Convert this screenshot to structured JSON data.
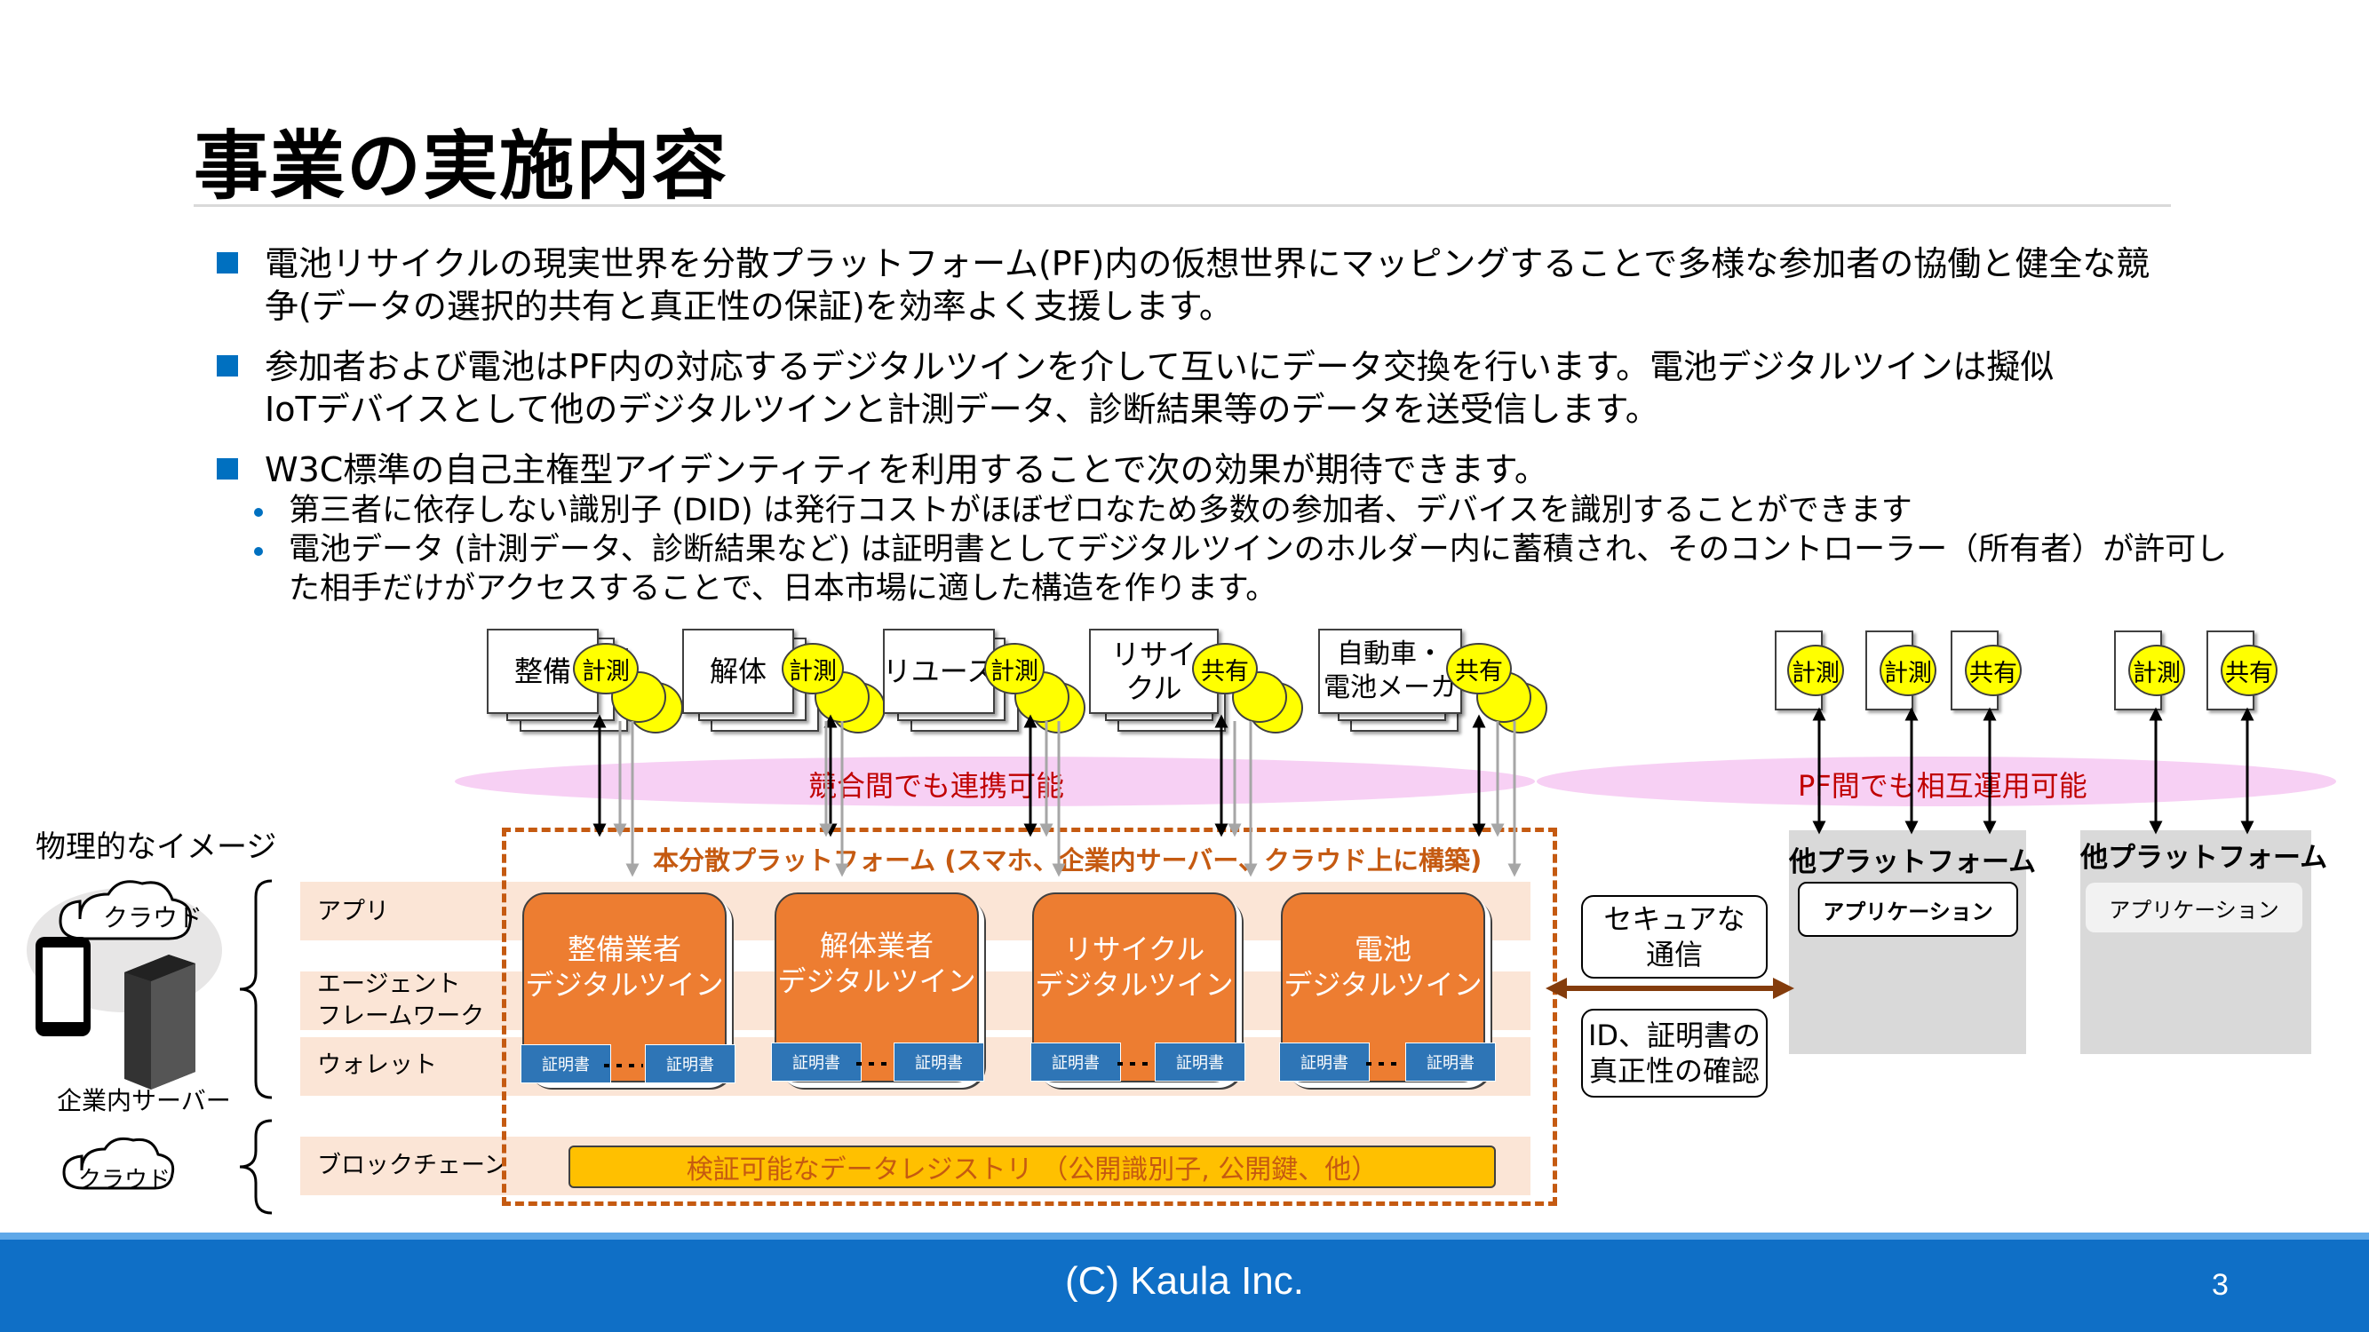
{
  "slide": {
    "title": "事業の実施内容",
    "bullets": [
      {
        "lines": [
          "電池リサイクルの現実世界を分散プラットフォーム(PF)内の仮想世界にマッピングすることで多様な参加者の協働と健全な競",
          "争(データの選択的共有と真正性の保証)を効率よく支援します。"
        ]
      },
      {
        "lines": [
          "参加者および電池はPF内の対応するデジタルツインを介して互いにデータ交換を行います。電池デジタルツインは擬似",
          "IoTデバイスとして他のデジタルツインと計測データ、診断結果等のデータを送受信します。"
        ]
      },
      {
        "lines": [
          "W3C標準の自己主権型アイデンティティを利用することで次の効果が期待できます。"
        ]
      }
    ],
    "sub_bullets": [
      {
        "lines": [
          "第三者に依存しない識別子 (DID) は発行コストがほぼゼロなため多数の参加者、デバイスを識別することができます"
        ]
      },
      {
        "lines": [
          "電池データ (計測データ、診断結果など) は証明書としてデジタルツインのホルダー内に蓄積され、そのコントローラー（所有者）が許可し",
          "た相手だけがアクセスすることで、日本市場に適した構造を作ります。"
        ]
      }
    ]
  },
  "diagram": {
    "participants": [
      {
        "label": "整備",
        "badge": "計測"
      },
      {
        "label": "解体",
        "badge": "計測"
      },
      {
        "label": "リユース",
        "badge": "計測"
      },
      {
        "label": "リサイ\nクル",
        "badge": "共有"
      },
      {
        "label": "自動車・\n電池メーカ",
        "badge": "共有"
      }
    ],
    "other_pf_badges_1": [
      "計測",
      "計測",
      "共有"
    ],
    "other_pf_badges_2": [
      "計測",
      "共有"
    ],
    "oval_1": "競合間でも連携可能",
    "oval_2": "PF間でも相互運用可能",
    "physical_image": "物理的なイメージ",
    "cloud_top": "クラウド",
    "server_label": "企業内サーバー",
    "cloud_bottom": "クラウド",
    "layers": [
      "アプリ",
      "エージェント\nフレームワーク",
      "ウォレット",
      "ブロックチェーン"
    ],
    "platform_title": "本分散プラットフォーム (スマホ、企業内サーバー、クラウド上に構築)",
    "twins": [
      "整備業者\nデジタルツイン",
      "解体業者\nデジタルツイン",
      "リサイクル\nデジタルツイン",
      "電池\nデジタルツイン"
    ],
    "cert_label": "証明書",
    "registry": "検証可能なデータレジストリ （公開識別子, 公開鍵、他）",
    "secure_comm": "セキュアな\n通信",
    "id_verify": "ID、証明書の\n真正性の確認",
    "other_pf_1_title": "他プラットフォーム",
    "other_pf_1_app": "アプリケーション",
    "other_pf_2_title": "他プラットフォーム",
    "other_pf_2_app": "アプリケーション"
  },
  "footer": {
    "text": "(C) Kaula Inc.",
    "page": "3"
  },
  "colors": {
    "accent_blue": "#0070c0",
    "orange": "#ed7d31",
    "band": "#fbe5d6",
    "dashed_border": "#c55a11",
    "footer": "#0f6fc6",
    "badge": "#ffff00",
    "oval": "#f7d0f4"
  }
}
